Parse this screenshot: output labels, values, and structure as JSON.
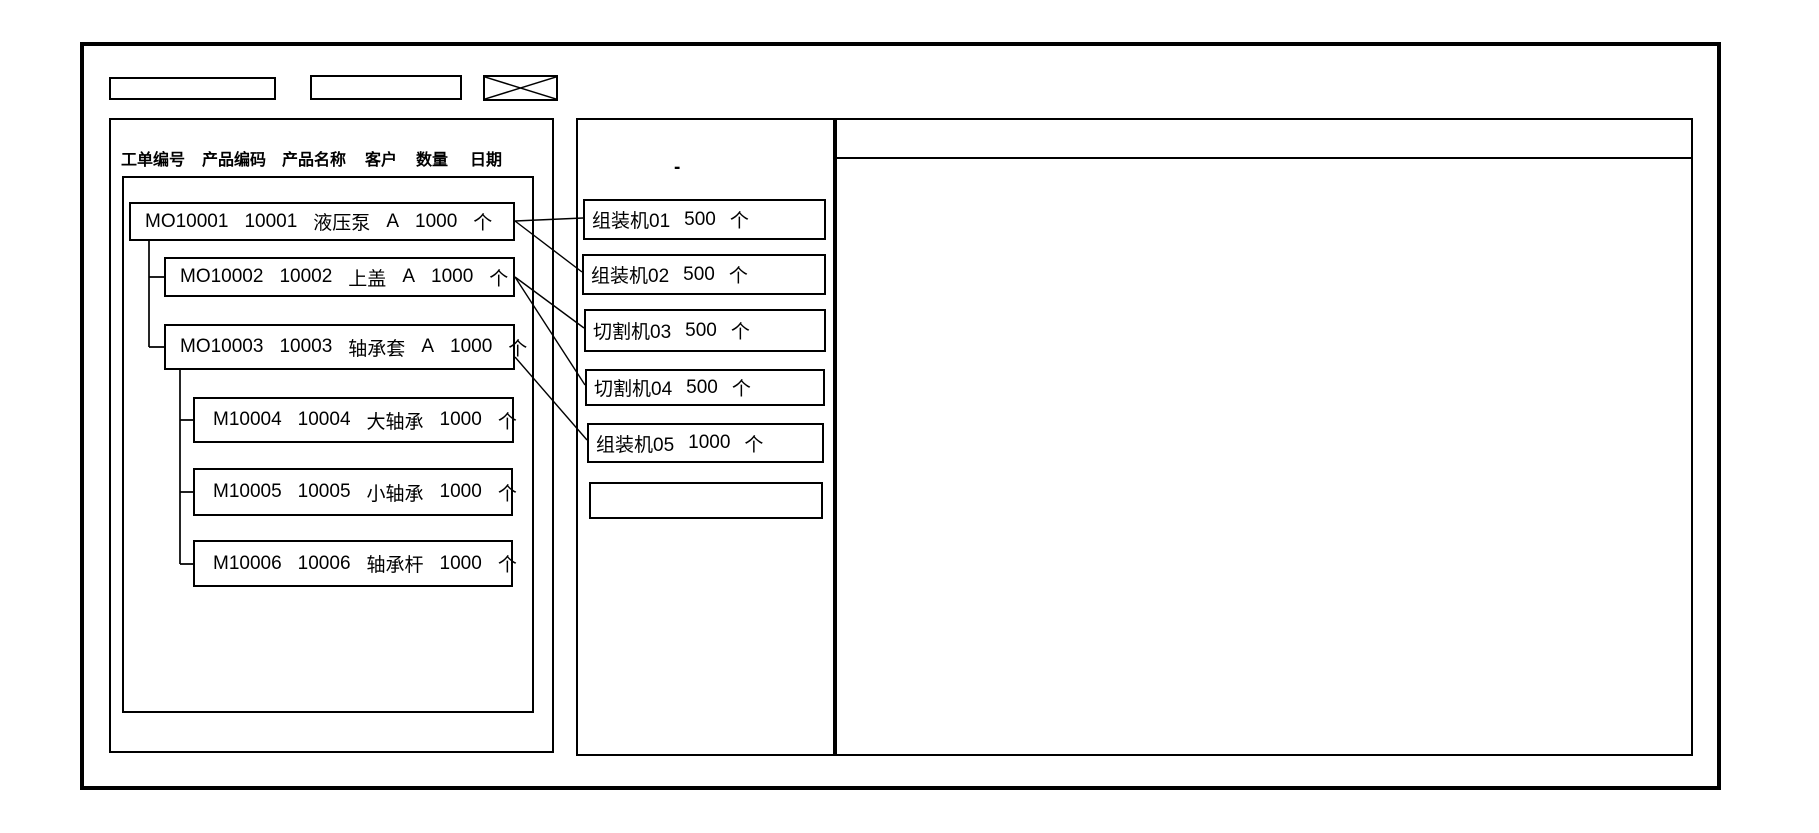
{
  "window": {
    "toolbar": {
      "field1_value": "",
      "field2_value": "",
      "image_placeholder": "x-crossed-box"
    },
    "work_order_panel": {
      "columns": {
        "order_no": "工单编号",
        "product_code": "产品编码",
        "product_name": "产品名称",
        "customer": "客户",
        "qty": "数量",
        "date": "日期"
      },
      "rows": [
        {
          "order_no": "MO10001",
          "product_code": "10001",
          "product_name": "液压泵",
          "customer": "A",
          "qty": "1000",
          "unit": "个",
          "level": 0
        },
        {
          "order_no": "MO10002",
          "product_code": "10002",
          "product_name": "上盖",
          "customer": "A",
          "qty": "1000",
          "unit": "个",
          "level": 1
        },
        {
          "order_no": "MO10003",
          "product_code": "10003",
          "product_name": "轴承套",
          "customer": "A",
          "qty": "1000",
          "unit": "个",
          "level": 1
        },
        {
          "order_no": "M10004",
          "product_code": "10004",
          "product_name": "大轴承",
          "customer": "",
          "qty": "1000",
          "unit": "个",
          "level": 2
        },
        {
          "order_no": "M10005",
          "product_code": "10005",
          "product_name": "小轴承",
          "customer": "",
          "qty": "1000",
          "unit": "个",
          "level": 2
        },
        {
          "order_no": "M10006",
          "product_code": "10006",
          "product_name": "轴承杆",
          "customer": "",
          "qty": "1000",
          "unit": "个",
          "level": 2
        }
      ]
    },
    "machine_panel": {
      "dot": "-",
      "machines": [
        {
          "name": "组装机01",
          "qty": "500",
          "unit": "个"
        },
        {
          "name": "组装机02",
          "qty": "500",
          "unit": "个"
        },
        {
          "name": "切割机03",
          "qty": "500",
          "unit": "个"
        },
        {
          "name": "切割机04",
          "qty": "500",
          "unit": "个"
        },
        {
          "name": "组装机05",
          "qty": "1000",
          "unit": "个"
        },
        {
          "name": "",
          "qty": "",
          "unit": ""
        }
      ]
    },
    "detail_panel": {
      "content": ""
    },
    "colors": {
      "line": "#000000",
      "background": "#ffffff"
    }
  }
}
